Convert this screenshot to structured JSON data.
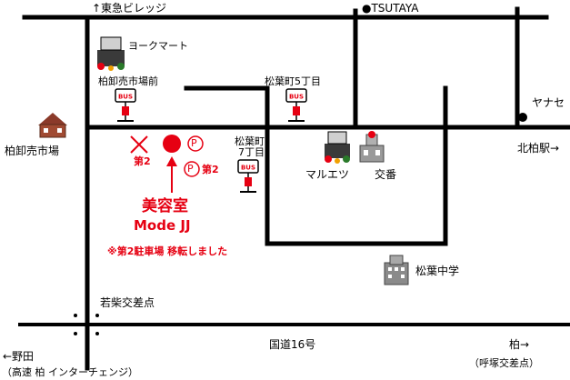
{
  "labels": {
    "north_station": "↑東急ビレッジ",
    "tsutaya": "●TSUTAYA",
    "york_mart": "ヨークマート",
    "wholesale_bus": "柏卸売市場前",
    "wholesale_market": "柏卸売市場",
    "matsuba5_bus": "松葉町5丁目",
    "matsuba7_bus_line1": "松葉町",
    "matsuba7_bus_line2": "7丁目",
    "yanase": "ヤナセ",
    "kitakashiwa": "北柏駅→",
    "maruetsu": "マルエツ",
    "koban": "交番",
    "parking_old": "第2",
    "parking_mark": "P",
    "parking_new": "第2",
    "salon_jp": "美容室",
    "salon_en": "Mode JJ",
    "parking_notice": "※第2駐車場 移転しました",
    "junior_high": "松葉中学",
    "wakashiba": "若柴交差点",
    "route16": "国道16号",
    "noda": "←野田",
    "noda_sub": "（高速 柏 インターチェンジ）",
    "kashiwa": "柏→",
    "kashiwa_sub": "（呼塚交差点）",
    "bus_sign": "BUS"
  },
  "colors": {
    "road": "#000000",
    "accent_red": "#e60012",
    "bus_sign": "#e60012",
    "building_gray": "#8a8a8a"
  }
}
